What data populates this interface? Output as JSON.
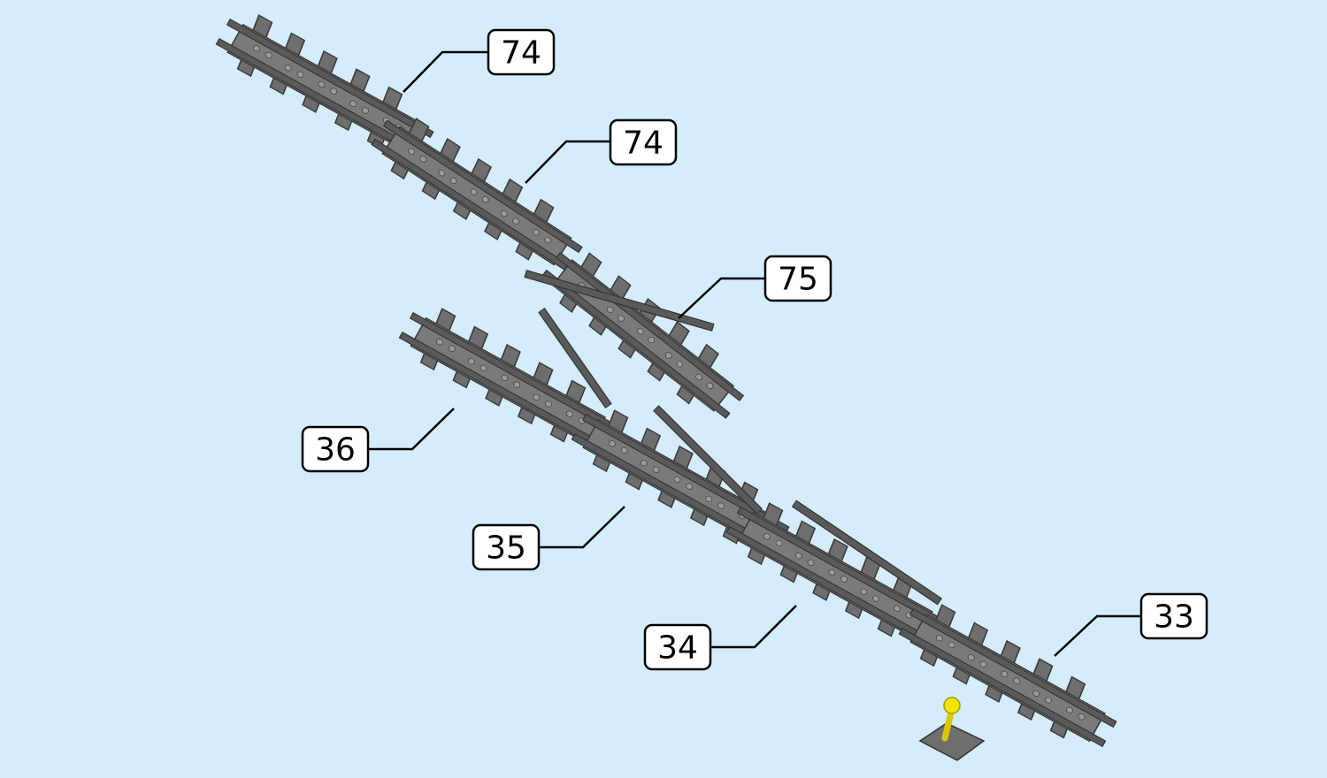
{
  "colors": {
    "background": "#d4ecfb",
    "track": "#6e6e6e",
    "track_dark": "#3f3f3f",
    "track_light": "#8c8c8c",
    "lever": "#f2e600"
  },
  "callouts": [
    {
      "id": "c74a",
      "label": "74"
    },
    {
      "id": "c74b",
      "label": "74"
    },
    {
      "id": "c75",
      "label": "75"
    },
    {
      "id": "c36",
      "label": "36"
    },
    {
      "id": "c35",
      "label": "35"
    },
    {
      "id": "c34",
      "label": "34"
    },
    {
      "id": "c33",
      "label": "33"
    }
  ],
  "parts": [
    {
      "name": "curved-track-74-upper",
      "icon": "curved-rail-icon"
    },
    {
      "name": "curved-track-74-lower",
      "icon": "curved-rail-icon"
    },
    {
      "name": "switch-rail-75",
      "icon": "switch-rail-icon"
    },
    {
      "name": "switch-section-36",
      "icon": "straight-rail-icon"
    },
    {
      "name": "switch-section-35",
      "icon": "frog-rail-icon"
    },
    {
      "name": "switch-section-34",
      "icon": "straight-rail-icon"
    },
    {
      "name": "switch-base-33",
      "icon": "switch-lever-icon"
    }
  ]
}
